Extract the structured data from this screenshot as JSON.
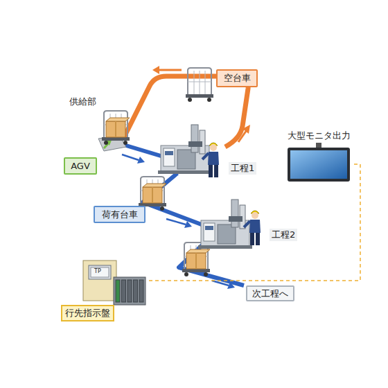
{
  "diagram": {
    "nodes": [
      {
        "text": [
          "空台車"
        ]
      },
      {
        "text": [
          "AGV"
        ]
      },
      {
        "text": [
          "荷有台車"
        ]
      },
      {
        "text": [
          "大型モニタ出力"
        ]
      },
      {
        "text": [
          "行先指示盤"
        ]
      },
      {
        "text": [
          "次工程へ"
        ]
      }
    ],
    "edges": [
      {
        "from": 4,
        "to": 3,
        "arrow": "none"
      }
    ],
    "labels": [
      "供給部",
      "工程1",
      "工程2",
      "TP"
    ]
  }
}
